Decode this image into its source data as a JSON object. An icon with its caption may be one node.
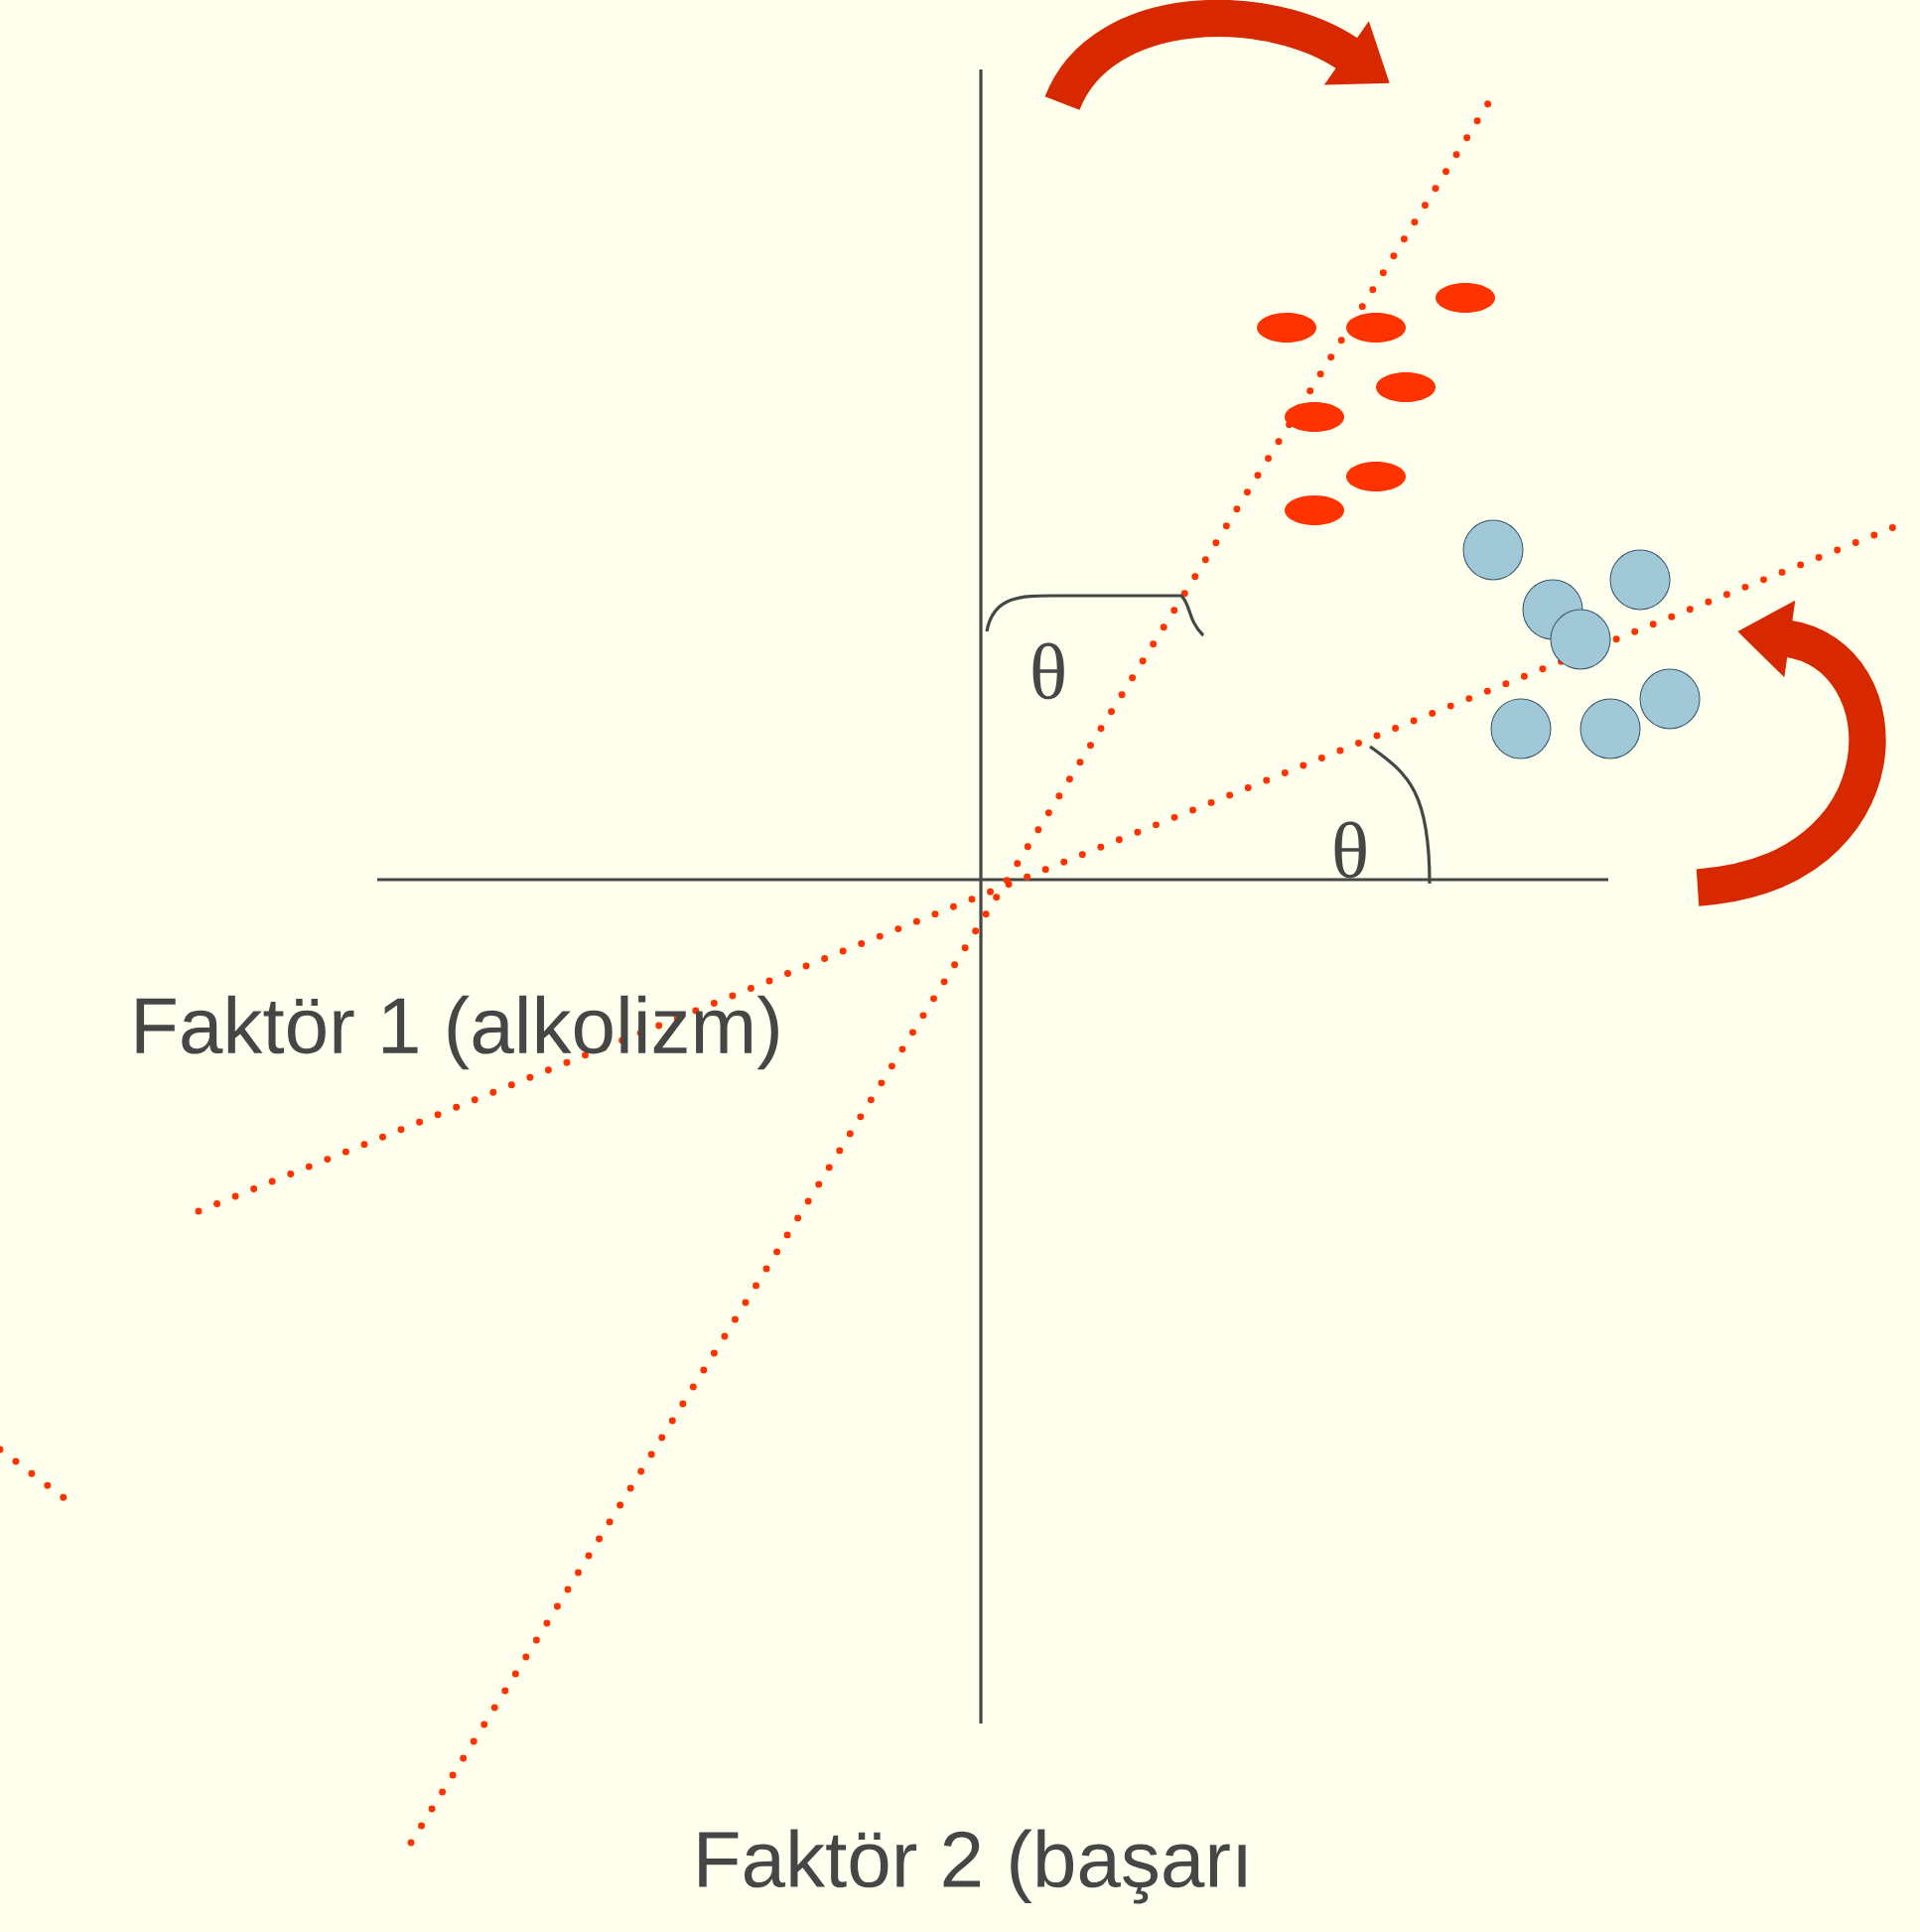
{
  "diagram": {
    "labels": [
      "θ",
      "θ",
      "Faktör 1 (alkolizm)",
      "Faktör 2 (başarı"
    ]
  }
}
